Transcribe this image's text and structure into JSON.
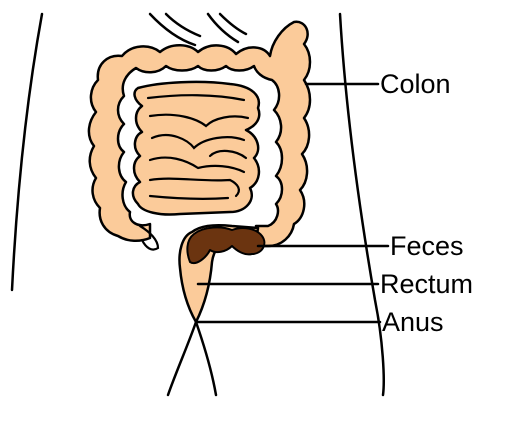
{
  "labels": {
    "colon": "Colon",
    "feces": "Feces",
    "rectum": "Rectum",
    "anus": "Anus"
  },
  "colors": {
    "intestine_fill": "#FBCB9A",
    "feces_fill": "#6B3410",
    "outline": "#000000",
    "background": "#FFFFFF"
  }
}
